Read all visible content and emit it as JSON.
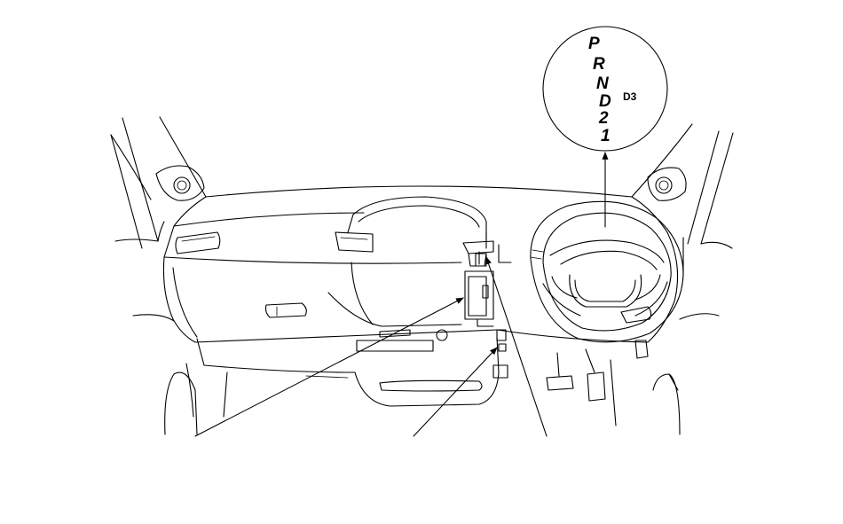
{
  "diagram": {
    "gear_positions": [
      "P",
      "R",
      "N",
      "D",
      "2",
      "1"
    ],
    "secondary_position": "D3"
  }
}
